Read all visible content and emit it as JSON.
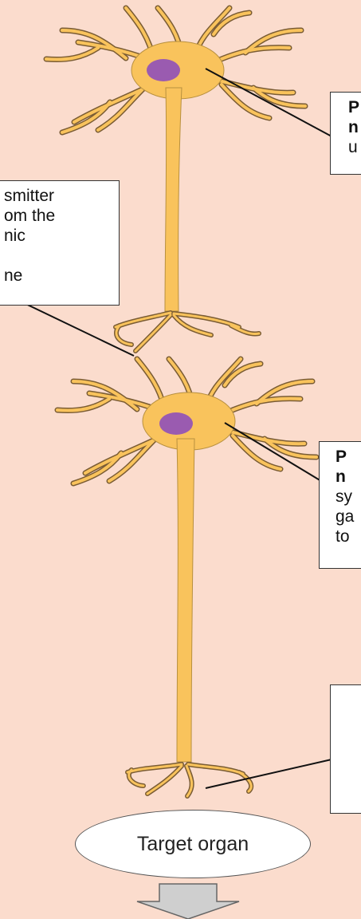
{
  "colors": {
    "background": "#fbdccd",
    "neuron_fill": "#f9c35c",
    "neuron_outline": "#8a6a3a",
    "nucleus": "#9a5bb0",
    "arrow_fill": "#cfcfcf"
  },
  "labels": {
    "preganglionic_box": [
      "P",
      "n",
      "u"
    ],
    "neurotransmitter_box": [
      "smitter",
      "om the",
      "nic",
      "",
      "ne"
    ],
    "postganglionic_box": [
      "P",
      "n",
      "sy",
      "ga",
      "to"
    ],
    "target_box": []
  },
  "target": {
    "label": "Target organ"
  }
}
